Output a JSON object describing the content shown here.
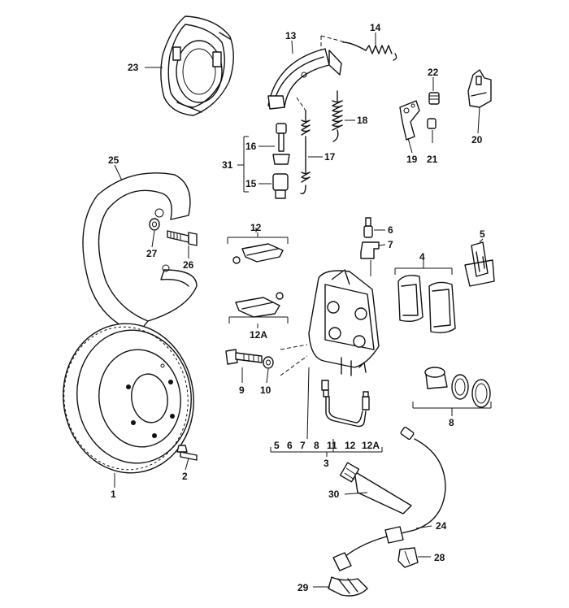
{
  "labels": {
    "p1": "1",
    "p2": "2",
    "p3": "3",
    "p4": "4",
    "p5": "5",
    "p6": "6",
    "p7": "7",
    "p8": "8",
    "p9": "9",
    "p10": "10",
    "p12": "12",
    "p12a": "12A",
    "p13": "13",
    "p14": "14",
    "p15": "15",
    "p16": "16",
    "p17": "17",
    "p18": "18",
    "p19": "19",
    "p20": "20",
    "p21": "21",
    "p22": "22",
    "p23": "23",
    "p24": "24",
    "p25": "25",
    "p26": "26",
    "p27": "27",
    "p28": "28",
    "p29": "29",
    "p30": "30",
    "p31": "31"
  },
  "kit3": {
    "i5": "5",
    "i6": "6",
    "i7": "7",
    "i8": "8",
    "i11": "11",
    "i12": "12",
    "i12a": "12A"
  }
}
